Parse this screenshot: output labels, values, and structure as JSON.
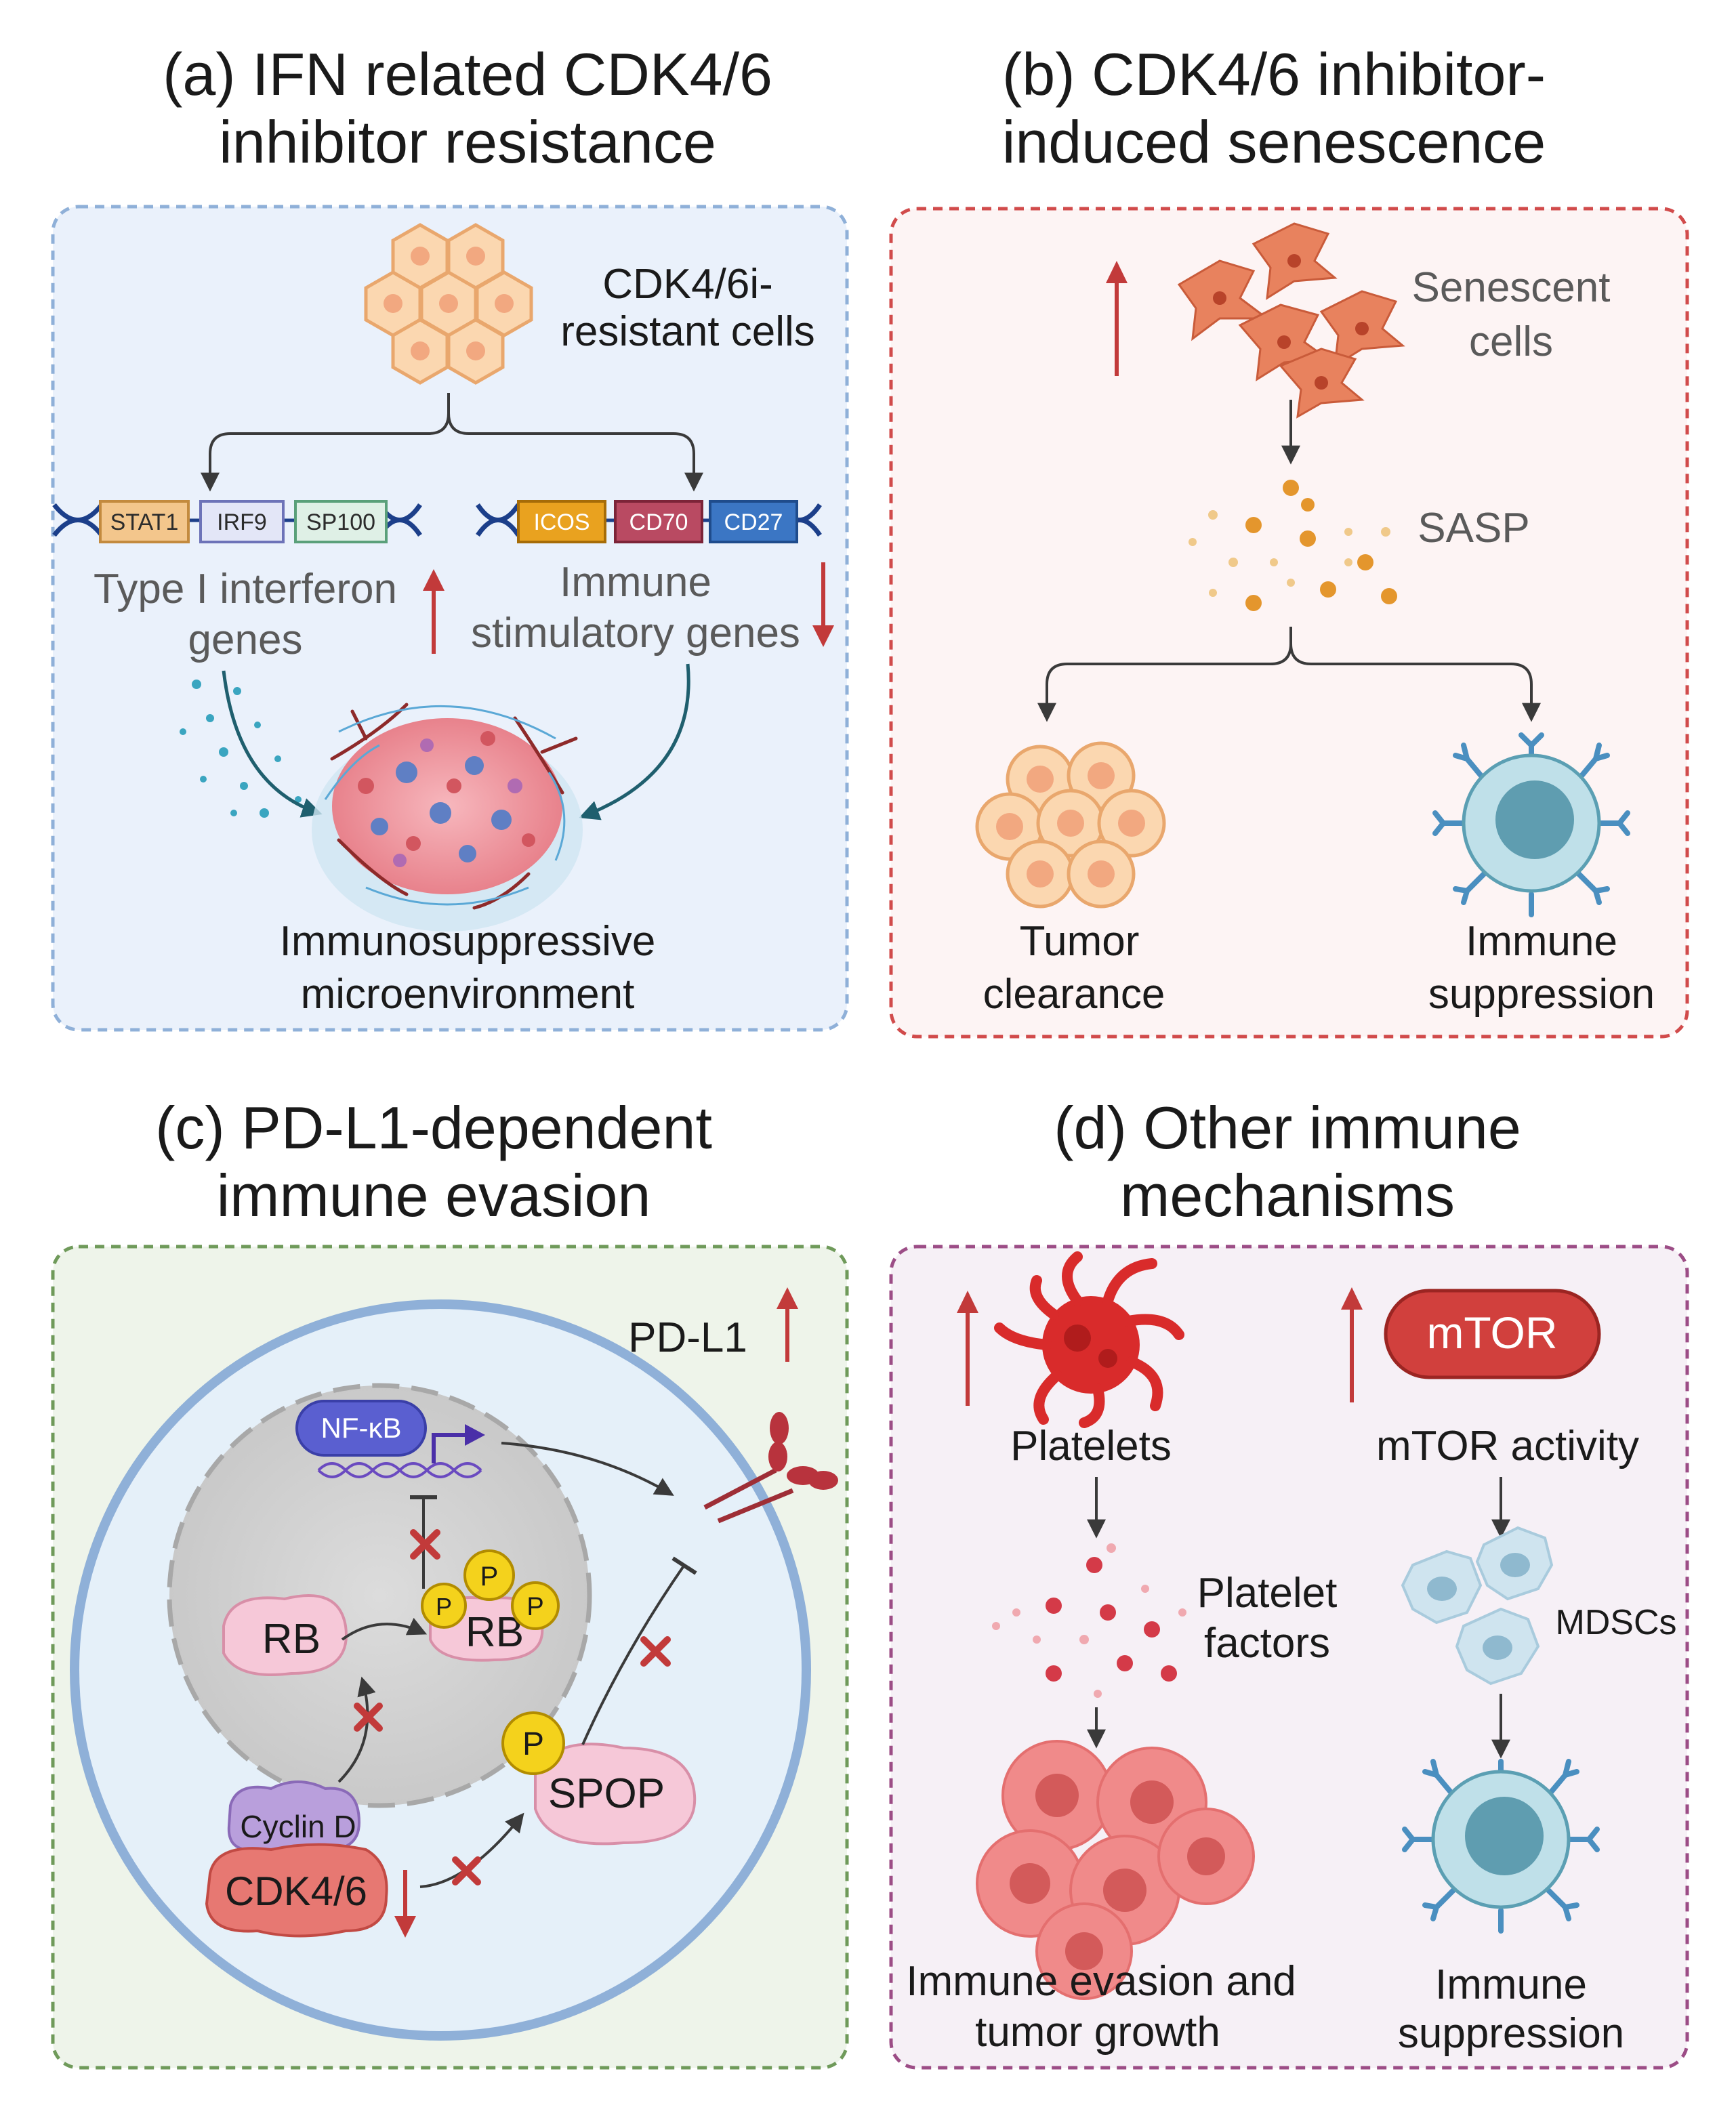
{
  "colors": {
    "panel_a_bg": "#eaf1fb",
    "panel_a_border": "#8fb0d8",
    "panel_b_bg": "#fdf4f4",
    "panel_b_border": "#d14b4b",
    "panel_c_bg": "#eef4ea",
    "panel_c_border": "#6f9a5a",
    "panel_d_bg": "#f6f0f6",
    "panel_d_border": "#9c4d86",
    "arrow_up_down": "#c23a3a",
    "connector": "#3a3a3a"
  },
  "panel_a": {
    "title_line1": "(a) IFN related CDK4/6",
    "title_line2": "inhibitor resistance",
    "cells_label_line1": "CDK4/6i-",
    "cells_label_line2": "resistant cells",
    "genes_left": [
      "STAT1",
      "IRF9",
      "SP100"
    ],
    "genes_right": [
      "ICOS",
      "CD70",
      "CD27"
    ],
    "left_group_line1": "Type I interferon",
    "left_group_line2": "genes",
    "right_group_line1": "Immune",
    "right_group_line2": "stimulatory genes",
    "outcome_line1": "Immunosuppressive",
    "outcome_line2": "microenvironment"
  },
  "panel_b": {
    "title_line1": "(b) CDK4/6 inhibitor-",
    "title_line2": "induced senescence",
    "cells_label_line1": "Senescent",
    "cells_label_line2": "cells",
    "sasp_label": "SASP",
    "left_outcome_line1": "Tumor",
    "left_outcome_line2": "clearance",
    "right_outcome_line1": "Immune",
    "right_outcome_line2": "suppression"
  },
  "panel_c": {
    "title_line1": "(c) PD-L1-dependent",
    "title_line2": "immune evasion",
    "pdl1_label": "PD-L1",
    "nfkb_label": "NF-κB",
    "rb_label": "RB",
    "rb_phospho_label": "RB",
    "p_label": "P",
    "spop_label": "SPOP",
    "cyclin_label": "Cyclin D",
    "cdk_label": "CDK4/6"
  },
  "panel_d": {
    "title_line1": "(d) Other immune",
    "title_line2": "mechanisms",
    "platelets_label": "Platelets",
    "mtor_badge": "mTOR",
    "mtor_activity_label": "mTOR activity",
    "platelet_factors_line1": "Platelet",
    "platelet_factors_line2": "factors",
    "mdsc_label": "MDSCs",
    "left_outcome_line1": "Immune evasion and",
    "left_outcome_line2": "tumor growth",
    "right_outcome_line1": "Immune",
    "right_outcome_line2": "suppression"
  }
}
